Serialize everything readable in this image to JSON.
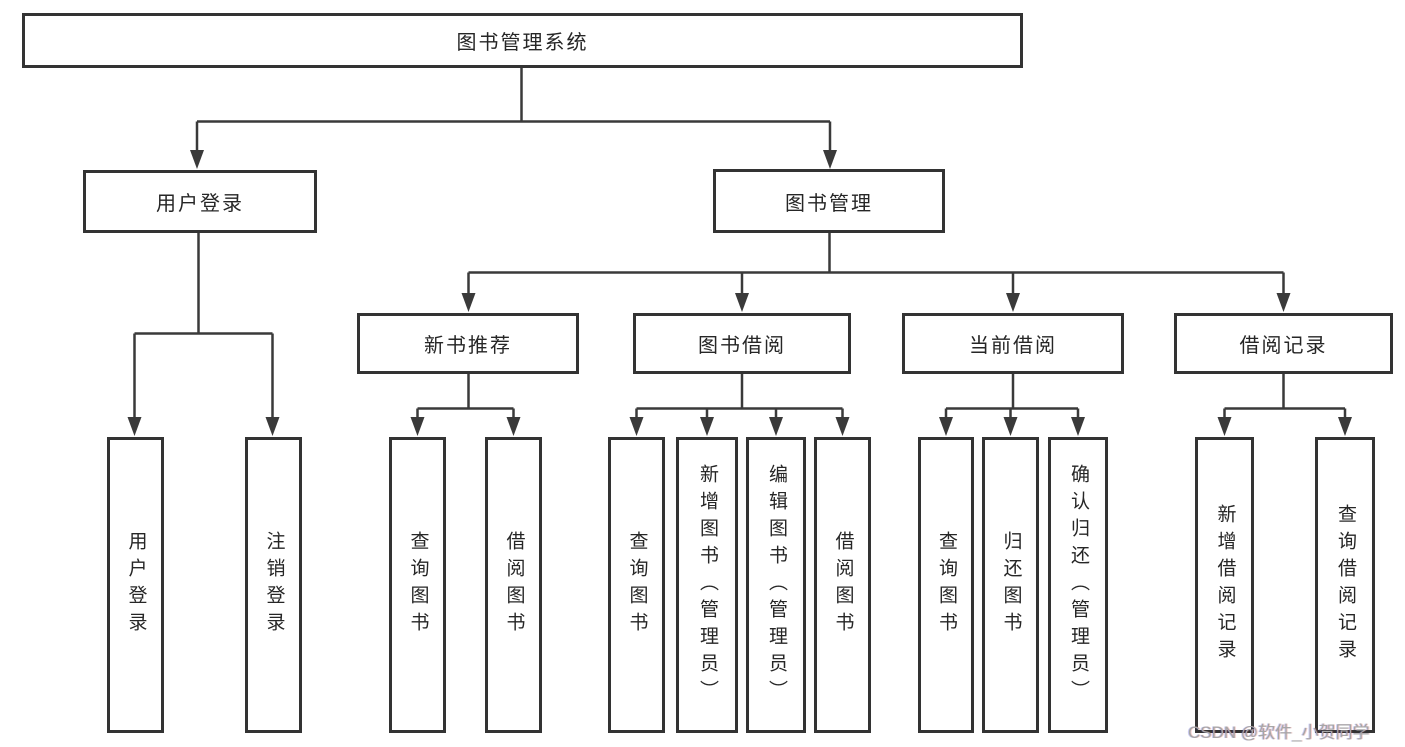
{
  "tree": {
    "root": {
      "label": "图书管理系统",
      "children": [
        {
          "label": "用户登录",
          "children": [
            {
              "label": "用户登录"
            },
            {
              "label": "注销登录"
            }
          ]
        },
        {
          "label": "图书管理",
          "children": [
            {
              "label": "新书推荐",
              "children": [
                {
                  "label": "查询图书"
                },
                {
                  "label": "借阅图书"
                }
              ]
            },
            {
              "label": "图书借阅",
              "children": [
                {
                  "label": "查询图书"
                },
                {
                  "label": "新增图书（管理员）"
                },
                {
                  "label": "编辑图书（管理员）"
                },
                {
                  "label": "借阅图书"
                }
              ]
            },
            {
              "label": "当前借阅",
              "children": [
                {
                  "label": "查询图书"
                },
                {
                  "label": "归还图书"
                },
                {
                  "label": "确认归还（管理员）"
                }
              ]
            },
            {
              "label": "借阅记录",
              "children": [
                {
                  "label": "新增借阅记录"
                },
                {
                  "label": "查询借阅记录"
                }
              ]
            }
          ]
        }
      ]
    }
  },
  "watermark": {
    "text": "CSDN @软件_小贺同学"
  },
  "colors": {
    "line": "#3a3a3a",
    "box_border": "#333333",
    "text": "#262626",
    "watermark": "#a6a6a6",
    "background": "#ffffff"
  }
}
